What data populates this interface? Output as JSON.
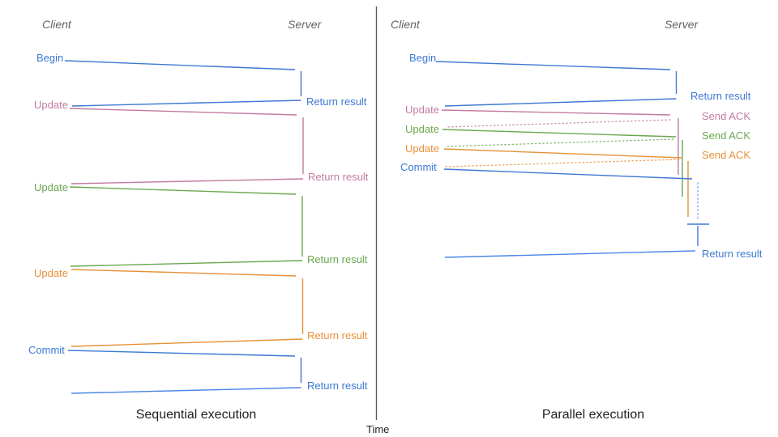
{
  "time_axis": {
    "label": "Time"
  },
  "colors": {
    "blue": "#3d78d3",
    "light_blue": "#4a86e8",
    "pink": "#c27ba0",
    "green": "#6aa84f",
    "orange": "#e69138",
    "axis_gray": "#5a5a5a",
    "header_gray": "#5f6368",
    "caption_black": "#1f1f1f"
  },
  "left_panel": {
    "caption": "Sequential execution",
    "client_header": "Client",
    "server_header": "Server",
    "messages": [
      {
        "label": "Begin",
        "color": "blue",
        "response": "Return result"
      },
      {
        "label": "Update",
        "color": "pink",
        "response": "Return result"
      },
      {
        "label": "Update",
        "color": "green",
        "response": "Return result"
      },
      {
        "label": "Update",
        "color": "orange",
        "response": "Return result"
      },
      {
        "label": "Commit",
        "color": "blue",
        "response": "Return result"
      }
    ]
  },
  "right_panel": {
    "caption": "Parallel execution",
    "client_header": "Client",
    "server_header": "Server",
    "messages": [
      {
        "label": "Begin",
        "color": "blue",
        "response": "Return result"
      },
      {
        "label": "Update",
        "color": "pink",
        "response": "Send ACK"
      },
      {
        "label": "Update",
        "color": "green",
        "response": "Send ACK"
      },
      {
        "label": "Update",
        "color": "orange",
        "response": "Send ACK"
      },
      {
        "label": "Commit",
        "color": "blue",
        "response": "Return result"
      }
    ]
  }
}
